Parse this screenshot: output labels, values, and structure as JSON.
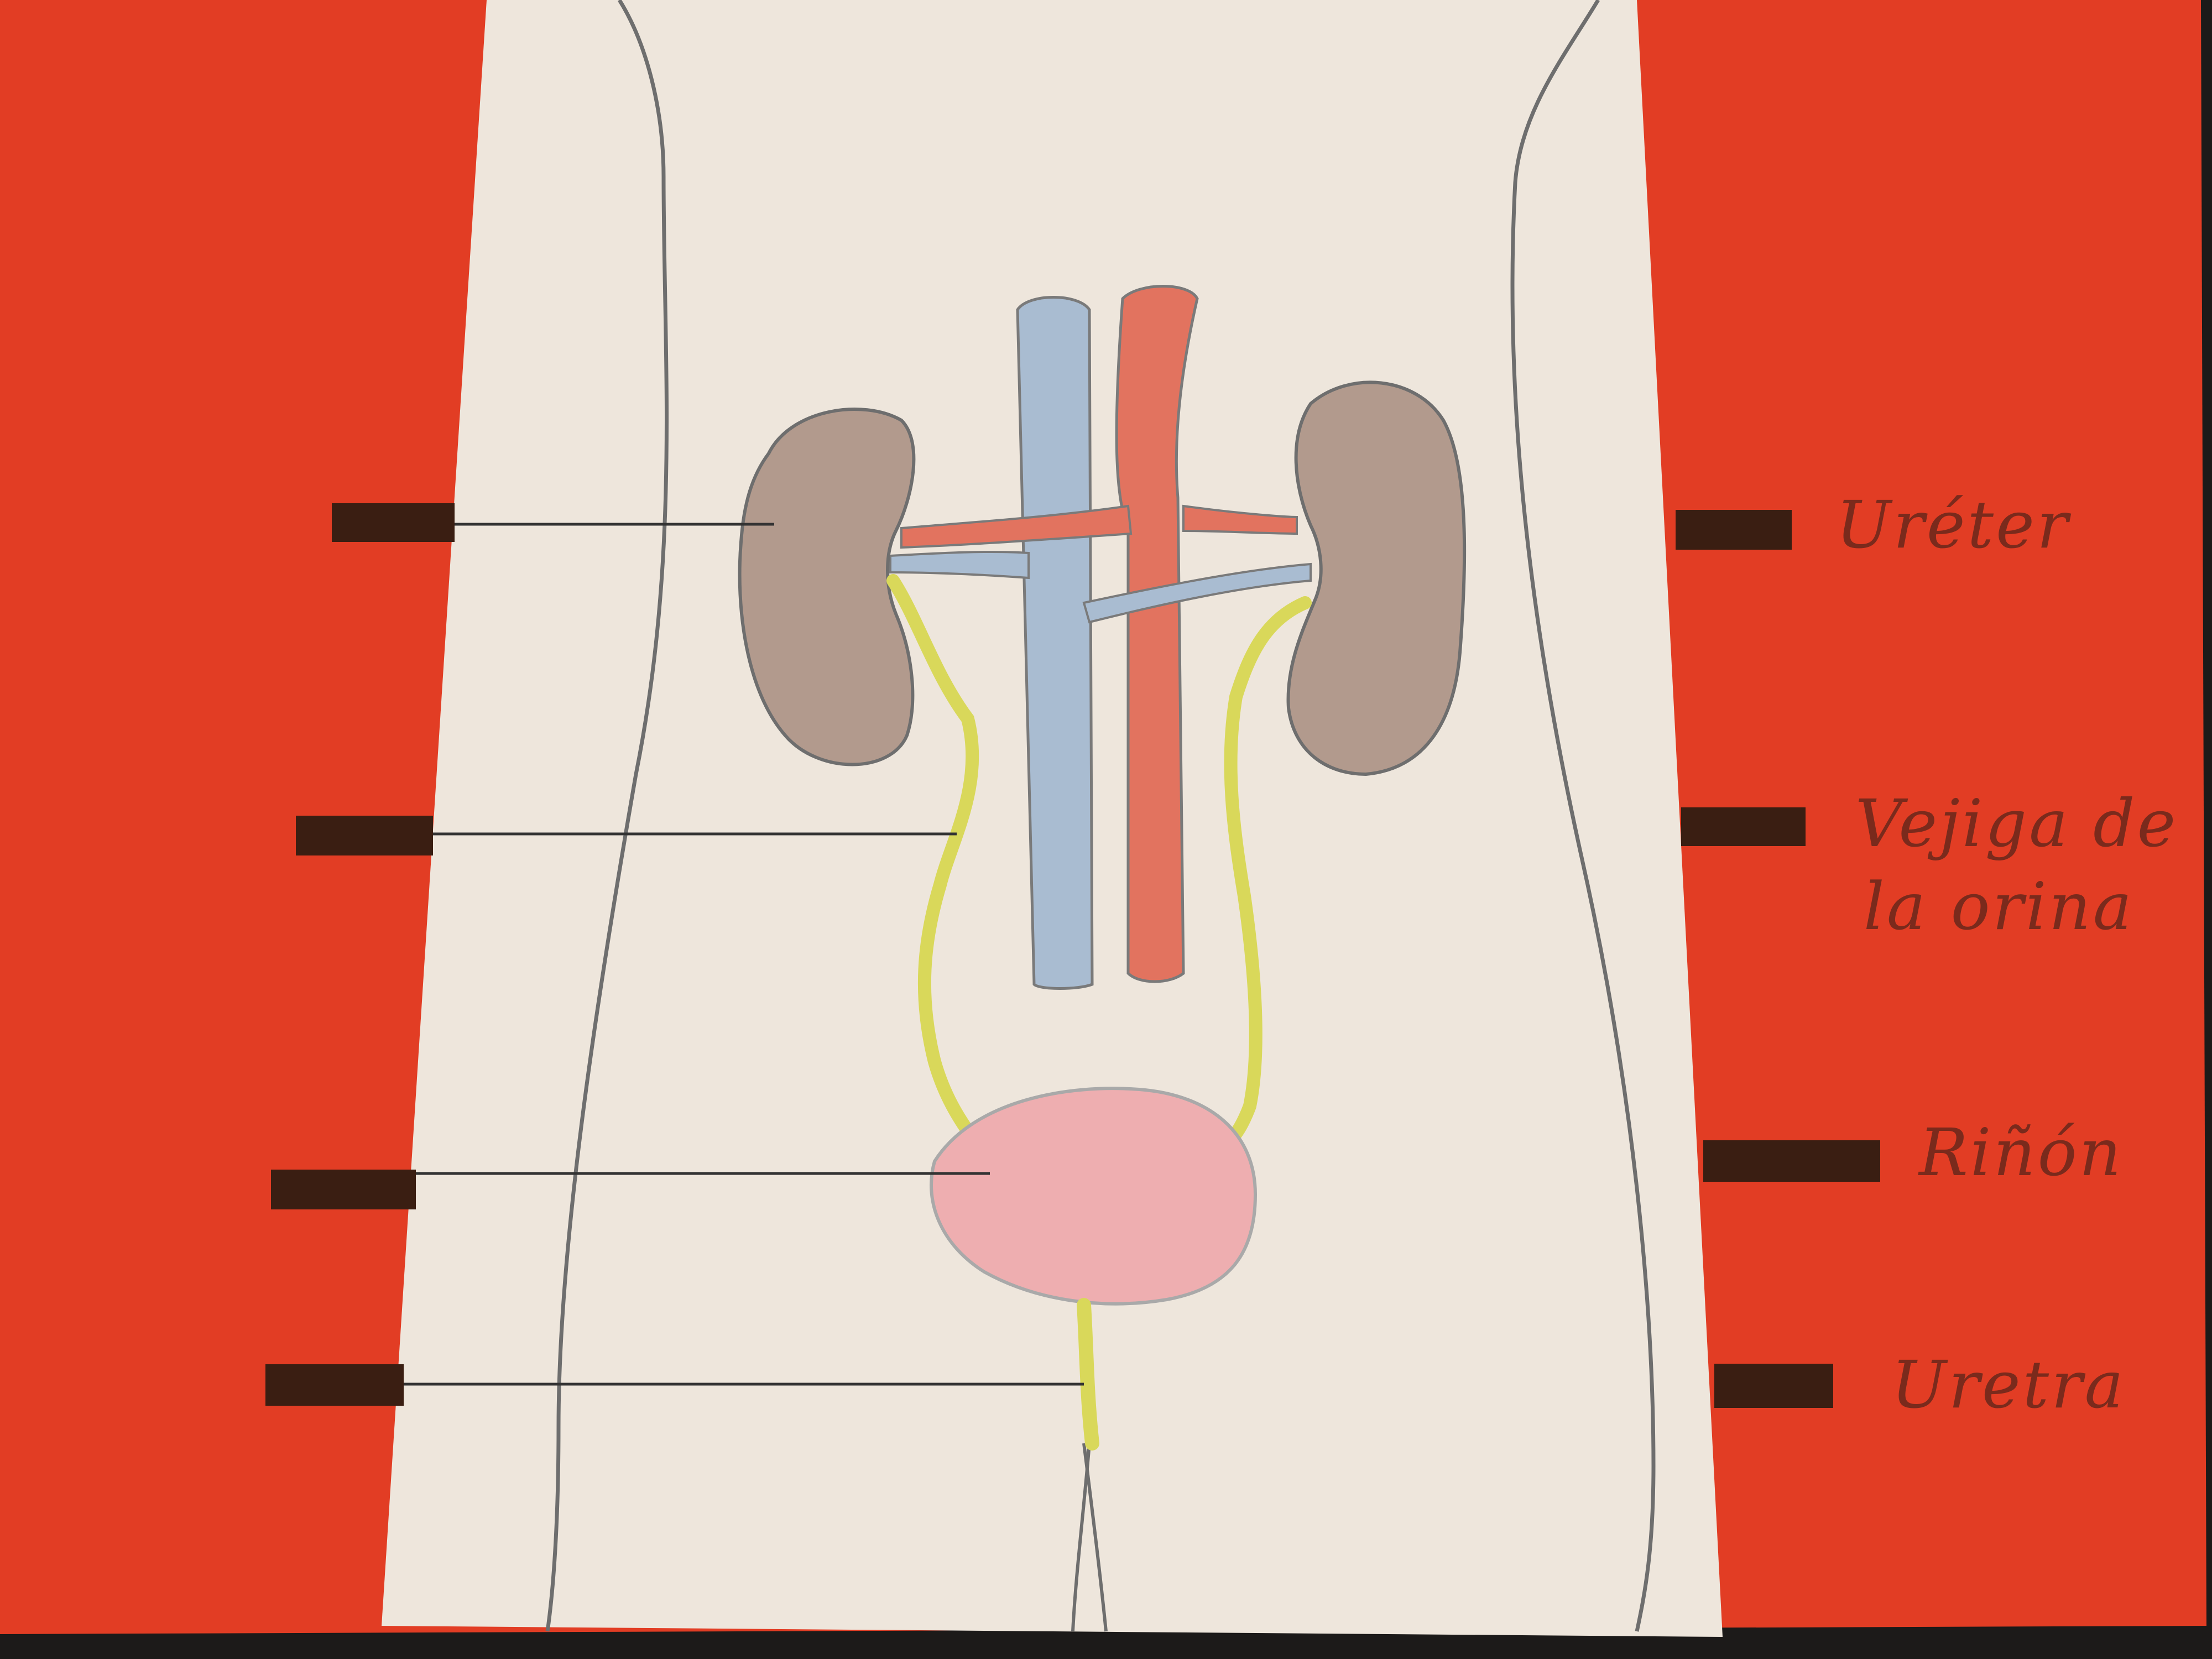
{
  "colors": {
    "board": "#e23d24",
    "paper": "#eee6dc",
    "kidney": "#b29a8d",
    "vein": "#a9bcd1",
    "artery": "#e2735f",
    "ureter": "#d9d85a",
    "bladder": "#eeaeb0",
    "tape": "#3a1e12",
    "label_ink": "#7a2a1c"
  },
  "labels": [
    {
      "id": "ureter",
      "text": "Uréter"
    },
    {
      "id": "bladder",
      "lines": [
        "Vejiga de",
        "la orina"
      ]
    },
    {
      "id": "kidney",
      "text": "Riñón"
    },
    {
      "id": "urethra",
      "text": "Uretra"
    }
  ],
  "left_slots": [
    "kidney",
    "ureter",
    "bladder",
    "urethra"
  ]
}
